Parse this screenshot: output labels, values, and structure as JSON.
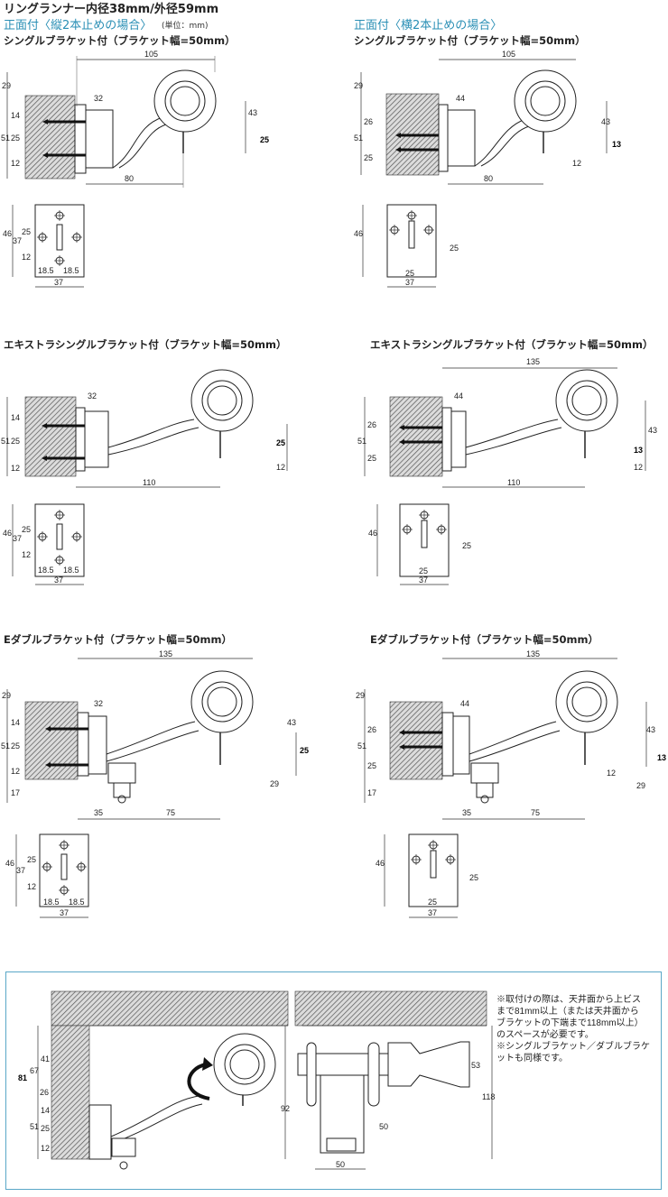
{
  "header": {
    "title": "リングランナー内径38mm/外径59mm",
    "section_vertical": "正面付〈縦2本止めの場合〉",
    "unit": "(単位：mm)",
    "section_horizontal": "正面付〈横2本止めの場合〉"
  },
  "panels": {
    "single_v": {
      "title": "シングルブラケット付（ブラケット幅=50mm）",
      "dims": [
        "105",
        "29",
        "32",
        "14",
        "51",
        "25",
        "12",
        "43",
        "25",
        "80"
      ],
      "plate_dims": [
        "46",
        "37",
        "25",
        "12",
        "18.5",
        "18.5",
        "37"
      ]
    },
    "single_h": {
      "title": "シングルブラケット付（ブラケット幅=50mm）",
      "dims": [
        "105",
        "29",
        "44",
        "26",
        "51",
        "25",
        "43",
        "13",
        "12",
        "80"
      ],
      "plate_dims": [
        "46",
        "25",
        "25",
        "37"
      ]
    },
    "extra_v": {
      "title": "エキストラシングルブラケット付（ブラケット幅=50mm）",
      "dims": [
        "32",
        "14",
        "51",
        "25",
        "12",
        "25",
        "12",
        "110"
      ],
      "plate_dims": [
        "46",
        "37",
        "25",
        "12",
        "18.5",
        "18.5",
        "37"
      ]
    },
    "extra_h": {
      "title": "エキストラシングルブラケット付（ブラケット幅=50mm）",
      "dims": [
        "135",
        "44",
        "26",
        "51",
        "25",
        "43",
        "13",
        "12",
        "110"
      ],
      "plate_dims": [
        "46",
        "25",
        "25",
        "37"
      ]
    },
    "double_v": {
      "title": "Eダブルブラケット付（ブラケット幅=50mm）",
      "dims": [
        "135",
        "29",
        "32",
        "14",
        "51",
        "25",
        "12",
        "17",
        "43",
        "25",
        "29",
        "35",
        "75"
      ],
      "plate_dims": [
        "46",
        "37",
        "25",
        "12",
        "18.5",
        "18.5",
        "37"
      ]
    },
    "double_h": {
      "title": "Eダブルブラケット付（ブラケット幅=50mm）",
      "dims": [
        "135",
        "29",
        "44",
        "26",
        "51",
        "25",
        "17",
        "43",
        "13",
        "12",
        "29",
        "35",
        "75"
      ],
      "plate_dims": [
        "46",
        "25",
        "25",
        "37"
      ]
    }
  },
  "installation": {
    "dims": [
      "81",
      "67",
      "41",
      "26",
      "14",
      "51",
      "25",
      "12",
      "92",
      "53",
      "118",
      "50",
      "50"
    ],
    "note": [
      "※取付けの際は、天井面から上ビス",
      "まで81mm以上（または天井面から",
      "ブラケットの下端まで118mm以上）",
      "のスペースが必要です。",
      "※シングルブラケット／ダブルブラケ",
      "ットも同様です。"
    ]
  }
}
